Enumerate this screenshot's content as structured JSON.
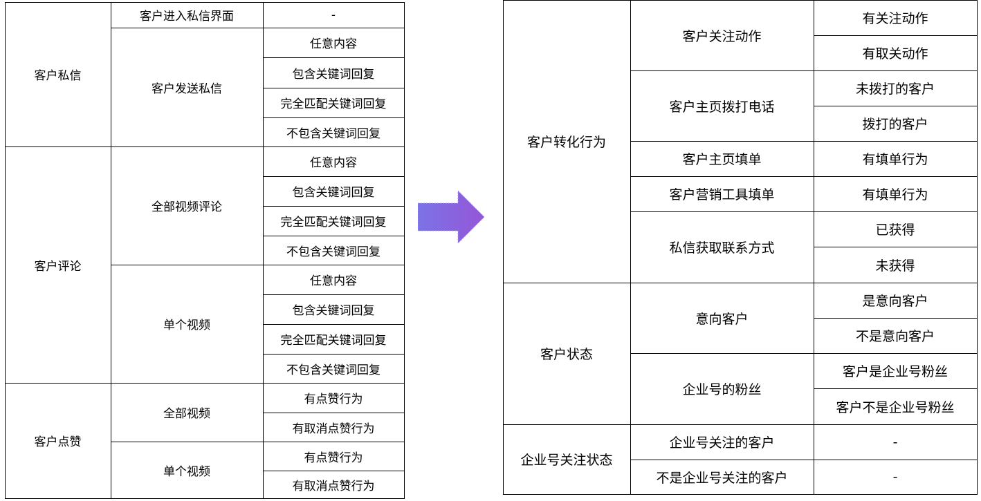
{
  "left_table": {
    "private_message": {
      "label": "客户私信",
      "enter_ui": {
        "label": "客户进入私信界面",
        "value": "-"
      },
      "send": {
        "label": "客户发送私信",
        "options": [
          "任意内容",
          "包含关键词回复",
          "完全匹配关键词回复",
          "不包含关键词回复"
        ]
      }
    },
    "comment": {
      "label": "客户评论",
      "all_videos": {
        "label": "全部视频评论",
        "options": [
          "任意内容",
          "包含关键词回复",
          "完全匹配关键词回复",
          "不包含关键词回复"
        ]
      },
      "single_video": {
        "label": "单个视频",
        "options": [
          "任意内容",
          "包含关键词回复",
          "完全匹配关键词回复",
          "不包含关键词回复"
        ]
      }
    },
    "like": {
      "label": "客户点赞",
      "all_videos": {
        "label": "全部视频",
        "options": [
          "有点赞行为",
          "有取消点赞行为"
        ]
      },
      "single_video": {
        "label": "单个视频",
        "options": [
          "有点赞行为",
          "有取消点赞行为"
        ]
      }
    }
  },
  "arrow": {
    "color": "#8a62e0",
    "icon": "right-arrow-icon"
  },
  "right_table": {
    "conversion": {
      "label": "客户转化行为",
      "follow": {
        "label": "客户关注动作",
        "options": [
          "有关注动作",
          "有取关动作"
        ]
      },
      "call": {
        "label": "客户主页拨打电话",
        "options": [
          "未拨打的客户",
          "拨打的客户"
        ]
      },
      "home_form": {
        "label": "客户主页填单",
        "options": [
          "有填单行为"
        ]
      },
      "tool_form": {
        "label": "客户营销工具填单",
        "options": [
          "有填单行为"
        ]
      },
      "contact": {
        "label": "私信获取联系方式",
        "options": [
          "已获得",
          "未获得"
        ]
      }
    },
    "status": {
      "label": "客户状态",
      "intent": {
        "label": "意向客户",
        "options": [
          "是意向客户",
          "不是意向客户"
        ]
      },
      "fan": {
        "label": "企业号的粉丝",
        "options": [
          "客户是企业号粉丝",
          "客户不是企业号粉丝"
        ]
      }
    },
    "follow_status": {
      "label": "企业号关注状态",
      "followed": {
        "label": "企业号关注的客户",
        "value": "-"
      },
      "not_followed": {
        "label": "不是企业号关注的客户",
        "value": "-"
      }
    }
  }
}
